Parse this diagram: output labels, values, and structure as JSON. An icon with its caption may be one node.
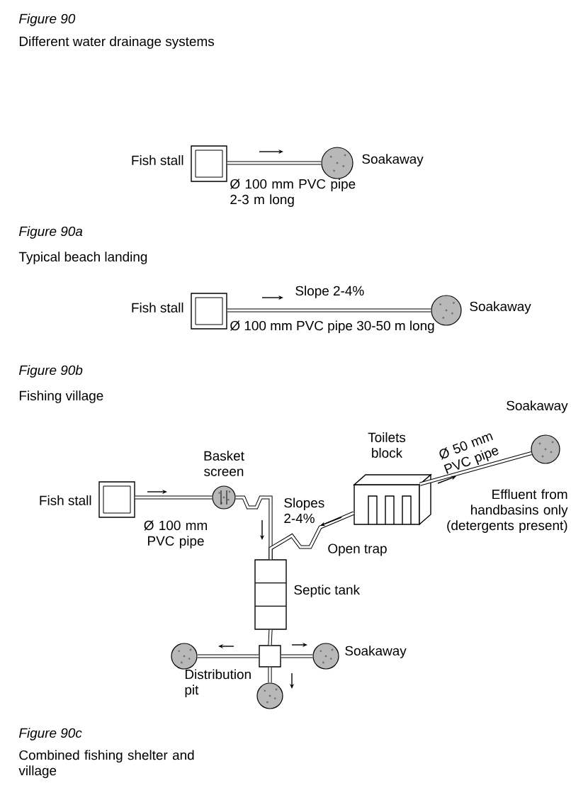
{
  "diagram": {
    "nodes": [
      {
        "text": [],
        "shape": "box",
        "beside": [
          "Fish stall"
        ]
      },
      {
        "text": [],
        "shape": "circle",
        "beside": [
          "Soakaway"
        ]
      },
      {
        "text": [],
        "shape": "box",
        "beside": [
          "Fish stall"
        ]
      },
      {
        "text": [],
        "shape": "circle",
        "beside": [
          "Soakaway"
        ]
      },
      {
        "text": [],
        "shape": "box",
        "beside": [
          "Fish stall"
        ]
      },
      {
        "text": [],
        "shape": "circle",
        "beside": [
          "Basket screen"
        ]
      },
      {
        "text": [],
        "shape": "box",
        "beside": [
          "Toilets block"
        ]
      },
      {
        "text": [],
        "shape": "circle",
        "beside": [
          "Soakaway"
        ]
      },
      {
        "text": [],
        "shape": "box",
        "beside": [
          "Septic tank"
        ]
      },
      {
        "text": [],
        "shape": "box"
      },
      {
        "text": [],
        "shape": "circle"
      },
      {
        "text": [],
        "shape": "circle",
        "beside": [
          "Soakaway"
        ]
      },
      {
        "text": [],
        "shape": "circle"
      }
    ],
    "edges": [
      {
        "from": 0,
        "to": 1,
        "arrow": "none",
        "label": "Ø 100 mm PVC pipe 2-3 m long"
      },
      {
        "from": 2,
        "to": 3,
        "arrow": "none",
        "label": "Ø 100 mm PVC pipe 30-50 m long"
      },
      {
        "from": 4,
        "to": 5,
        "arrow": "none",
        "label": "Ø 100 mm PVC pipe"
      },
      {
        "from": 5,
        "to": 8,
        "arrow": "none"
      },
      {
        "from": 6,
        "to": 8,
        "arrow": "none"
      },
      {
        "from": 6,
        "to": 7,
        "arrow": "none",
        "label": "Ø 50 mm PVC pipe"
      },
      {
        "from": 8,
        "to": 9,
        "arrow": "none"
      },
      {
        "from": 9,
        "to": 10,
        "arrow": "none"
      },
      {
        "from": 9,
        "to": 11,
        "arrow": "none"
      },
      {
        "from": 9,
        "to": 12,
        "arrow": "none"
      }
    ],
    "labels": [
      "Figure 90",
      "Different water drainage systems",
      "Figure 90a",
      "Typical beach landing",
      "Slope 2-4%",
      "Figure 90b",
      "Fishing village",
      "Slopes 2-4%",
      "Open trap",
      "Effluent from handbasins only (detergents present)",
      "Distribution pit",
      "Figure 90c",
      "Combined fishing shelter and village"
    ]
  }
}
